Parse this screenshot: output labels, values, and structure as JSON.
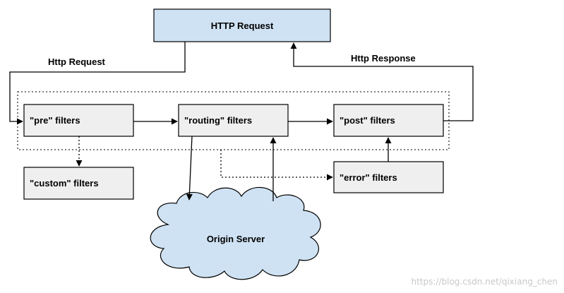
{
  "nodes": {
    "http_request": "HTTP Request",
    "pre": "\"pre\" filters",
    "routing": "\"routing\" filters",
    "post": "\"post\" filters",
    "custom": "\"custom\" filters",
    "error": "\"error\" filters",
    "origin": "Origin Server"
  },
  "edges": {
    "http_request_label": "Http Request",
    "http_response_label": "Http Response"
  },
  "watermark": "https://blog.csdn.net/qixiang_chen",
  "colors": {
    "http_request_fill": "#cfe2f3",
    "filter_fill": "#efefef",
    "cloud_fill": "#cfe2f3",
    "stroke": "#000000"
  }
}
